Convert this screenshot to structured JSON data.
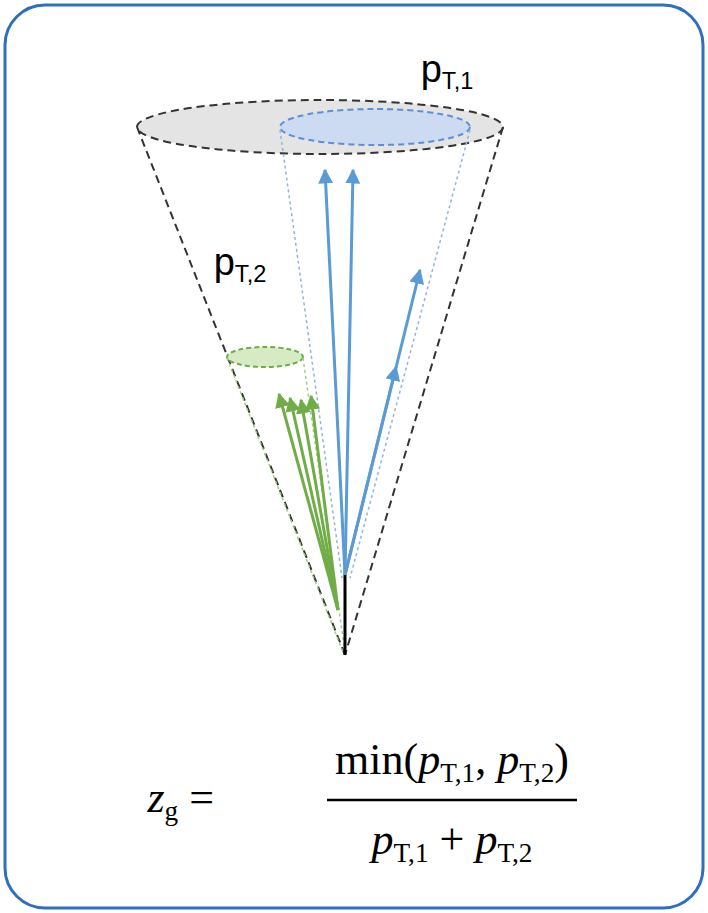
{
  "diagram": {
    "labels": [
      "pT,1",
      "pT,2",
      "zg =",
      "min(pT,1, pT,2)",
      "pT,1 + pT,2"
    ]
  }
}
